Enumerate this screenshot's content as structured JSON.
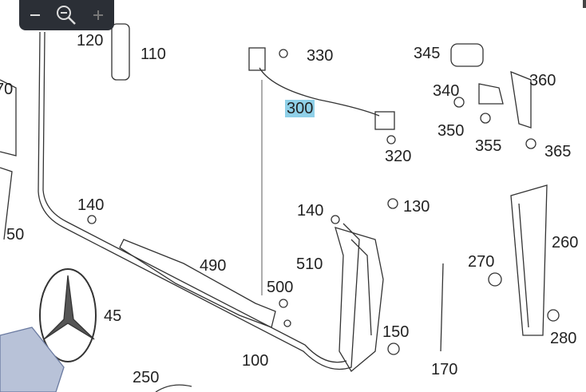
{
  "toolbar": {
    "zoom_out_icon": "minus-icon",
    "zoom_reset_icon": "magnifier-minus-icon",
    "zoom_in_icon": "plus-icon"
  },
  "diagram": {
    "highlight_color": "#8fd0e8",
    "part_labels": [
      "120",
      "110",
      "330",
      "345",
      "340",
      "360",
      "300",
      "350",
      "355",
      "365",
      "320",
      "70",
      "140",
      "130",
      "140",
      "50",
      "260",
      "490",
      "510",
      "270",
      "500",
      "45",
      "150",
      "280",
      "100",
      "170",
      "250"
    ],
    "highlighted": "300"
  }
}
